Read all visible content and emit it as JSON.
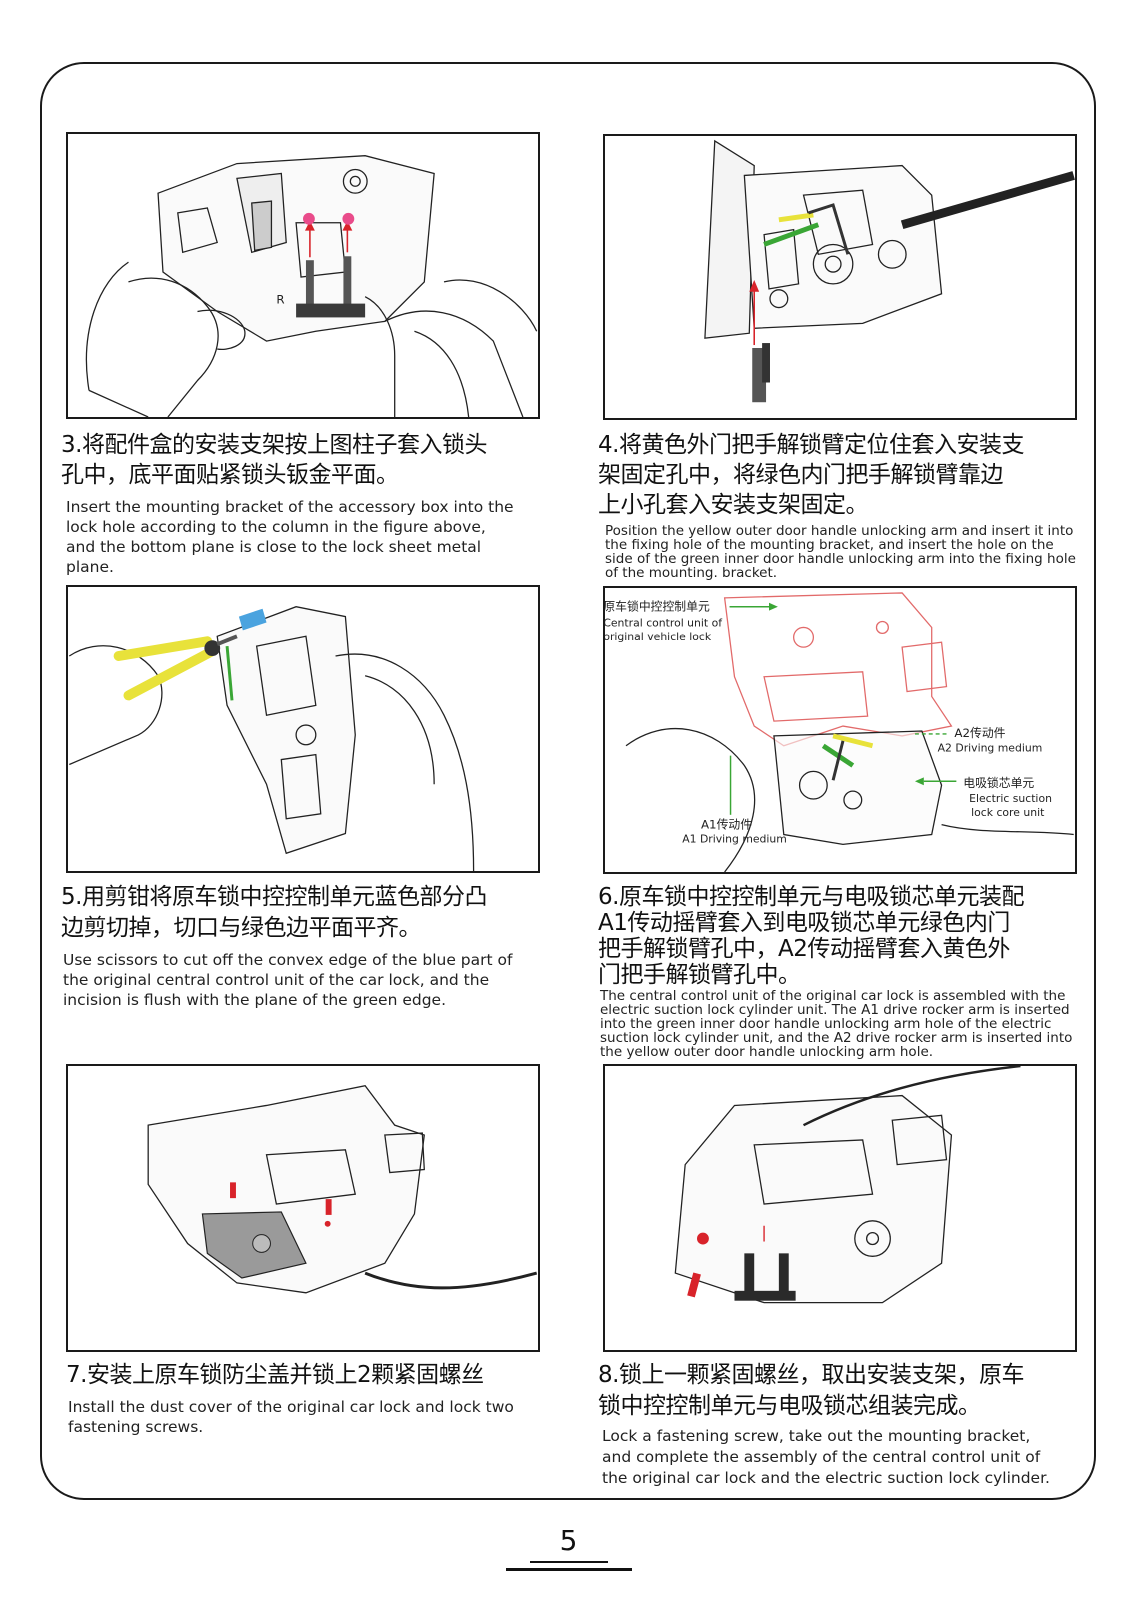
{
  "page": {
    "number": "5"
  },
  "steps": [
    {
      "zh": [
        "3.将配件盒的安装支架按上图柱子套入锁头",
        "孔中，底平面贴紧锁头钣金平面。"
      ],
      "en": [
        "Insert the mounting bracket of the accessory box into the",
        "lock hole according to the column in the figure above,",
        "and the bottom plane is close to the lock sheet metal",
        "plane."
      ],
      "image": {
        "letter": "R"
      }
    },
    {
      "zh": [
        "4.将黄色外门把手解锁臂定位住套入安装支",
        "架固定孔中，将绿色内门把手解锁臂靠边",
        "上小孔套入安装支架固定。"
      ],
      "en": [
        "Position the yellow outer door handle unlocking arm and insert it into",
        "the fixing hole of the mounting bracket, and insert the hole on the",
        "side of the green inner door handle unlocking arm into the fixing hole",
        "of the mounting. bracket."
      ]
    },
    {
      "zh": [
        "5.用剪钳将原车锁中控控制单元蓝色部分凸",
        "边剪切掉，切口与绿色边平面平齐。"
      ],
      "en": [
        "Use scissors to cut off the convex edge of the blue part of",
        "the original central control unit of the car lock, and the",
        "incision is flush with the plane of the green edge."
      ]
    },
    {
      "zh": [
        "6.原车锁中控控制单元与电吸锁芯单元装配",
        "A1传动摇臂套入到电吸锁芯单元绿色内门",
        "把手解锁臂孔中，A2传动摇臂套入黄色外",
        "门把手解锁臂孔中。"
      ],
      "en": [
        "The central control unit of the original car lock is assembled with the",
        "electric suction lock cylinder unit. The A1 drive rocker arm is inserted",
        "into the green inner door handle unlocking arm hole of the electric",
        "suction lock cylinder unit, and the A2 drive rocker arm is inserted into",
        "the yellow outer door handle unlocking arm hole."
      ],
      "labels": {
        "ccu_zh": "原车锁中控控制单元",
        "ccu_en1": "Central control unit of",
        "ccu_en2": "original vehicle lock",
        "a2_zh": "A2传动件",
        "a2_en": "A2 Driving medium",
        "core_zh": "电吸锁芯单元",
        "core_en1": "Electric suction",
        "core_en2": "lock core unit",
        "a1_zh": "A1传动件",
        "a1_en": "A1 Driving medium"
      }
    },
    {
      "zh": [
        "7.安装上原车锁防尘盖并锁上2颗紧固螺丝"
      ],
      "en": [
        "Install the dust cover of the original car lock and lock two",
        "fastening screws."
      ]
    },
    {
      "zh": [
        "8.锁上一颗紧固螺丝，取出安装支架，原车",
        "锁中控控制单元与电吸锁芯组装完成。"
      ],
      "en": [
        "Lock a fastening screw, take out the mounting bracket,",
        "and complete the assembly of the central control unit of",
        "the original car lock and the electric suction lock cylinder."
      ]
    }
  ],
  "colors": {
    "red": "#d8232a",
    "pink": "#e94b8a",
    "green": "#3aa635",
    "yellow": "#e8e23a",
    "blue": "#4aa3df",
    "gray": "#9a9a9a"
  }
}
